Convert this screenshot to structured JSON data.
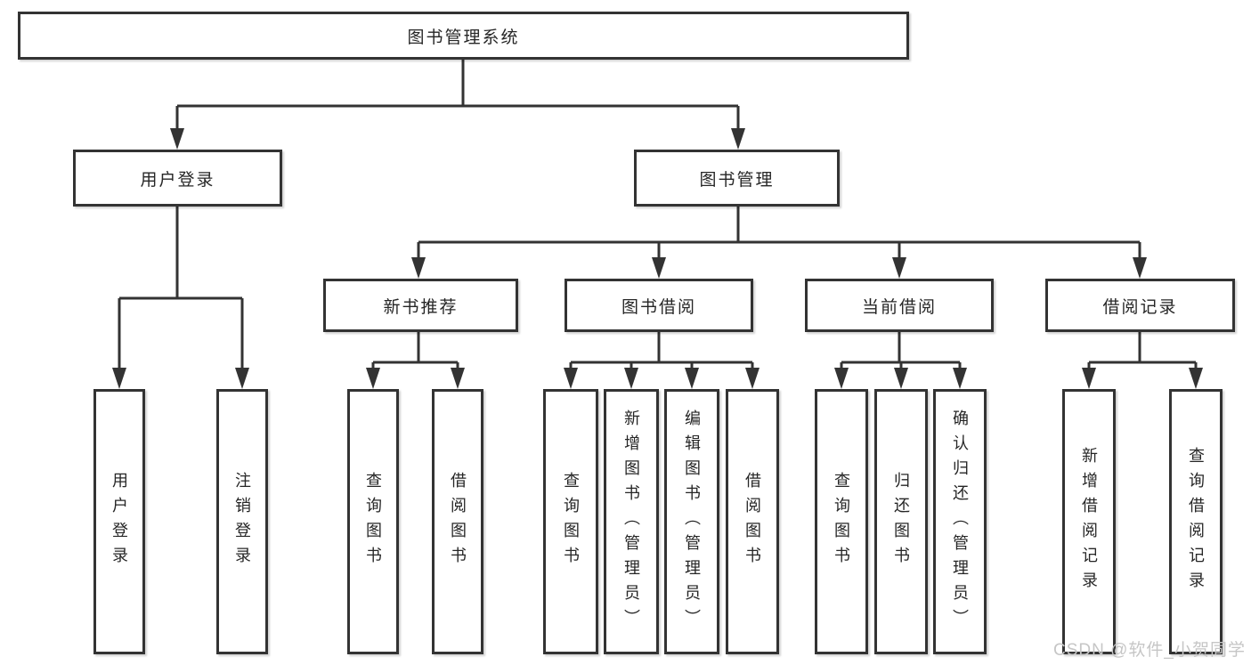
{
  "nodes": {
    "root": "图书管理系统",
    "level2": {
      "user_login": "用户登录",
      "book_mgmt": "图书管理"
    },
    "level3": {
      "new_book_rec": "新书推荐",
      "book_borrow": "图书借阅",
      "current_borrow": "当前借阅",
      "borrow_record": "借阅记录"
    },
    "leaves": {
      "user_login": "用户登录",
      "logout": "注销登录",
      "rec_query_book": "查询图书",
      "rec_borrow_book": "借阅图书",
      "bor_query_book": "查询图书",
      "bor_add_book": "新增图书（管理员）",
      "bor_edit_book": "编辑图书（管理员）",
      "bor_borrow_book": "借阅图书",
      "cur_query_book": "查询图书",
      "cur_return_book": "归还图书",
      "cur_confirm_return": "确认归还（管理员）",
      "add_borrow_record": "新增借阅记录",
      "query_borrow_record": "查询借阅记录"
    }
  },
  "edges": [
    {
      "from": "图书管理系统",
      "to": [
        "用户登录",
        "图书管理"
      ]
    },
    {
      "from": "用户登录",
      "to": [
        "用户登录",
        "注销登录"
      ]
    },
    {
      "from": "图书管理",
      "to": [
        "新书推荐",
        "图书借阅",
        "当前借阅",
        "借阅记录"
      ]
    },
    {
      "from": "新书推荐",
      "to": [
        "查询图书",
        "借阅图书"
      ]
    },
    {
      "from": "图书借阅",
      "to": [
        "查询图书",
        "新增图书（管理员）",
        "编辑图书（管理员）",
        "借阅图书"
      ]
    },
    {
      "from": "当前借阅",
      "to": [
        "查询图书",
        "归还图书",
        "确认归还（管理员）"
      ]
    },
    {
      "from": "借阅记录",
      "to": [
        "新增借阅记录",
        "查询借阅记录"
      ]
    }
  ],
  "watermark": "CSDN @软件_小贺同学",
  "colors": {
    "line": "#333333",
    "border": "#333333",
    "text": "#262626",
    "background": "#ffffff",
    "watermark": "#c6c6c6"
  }
}
